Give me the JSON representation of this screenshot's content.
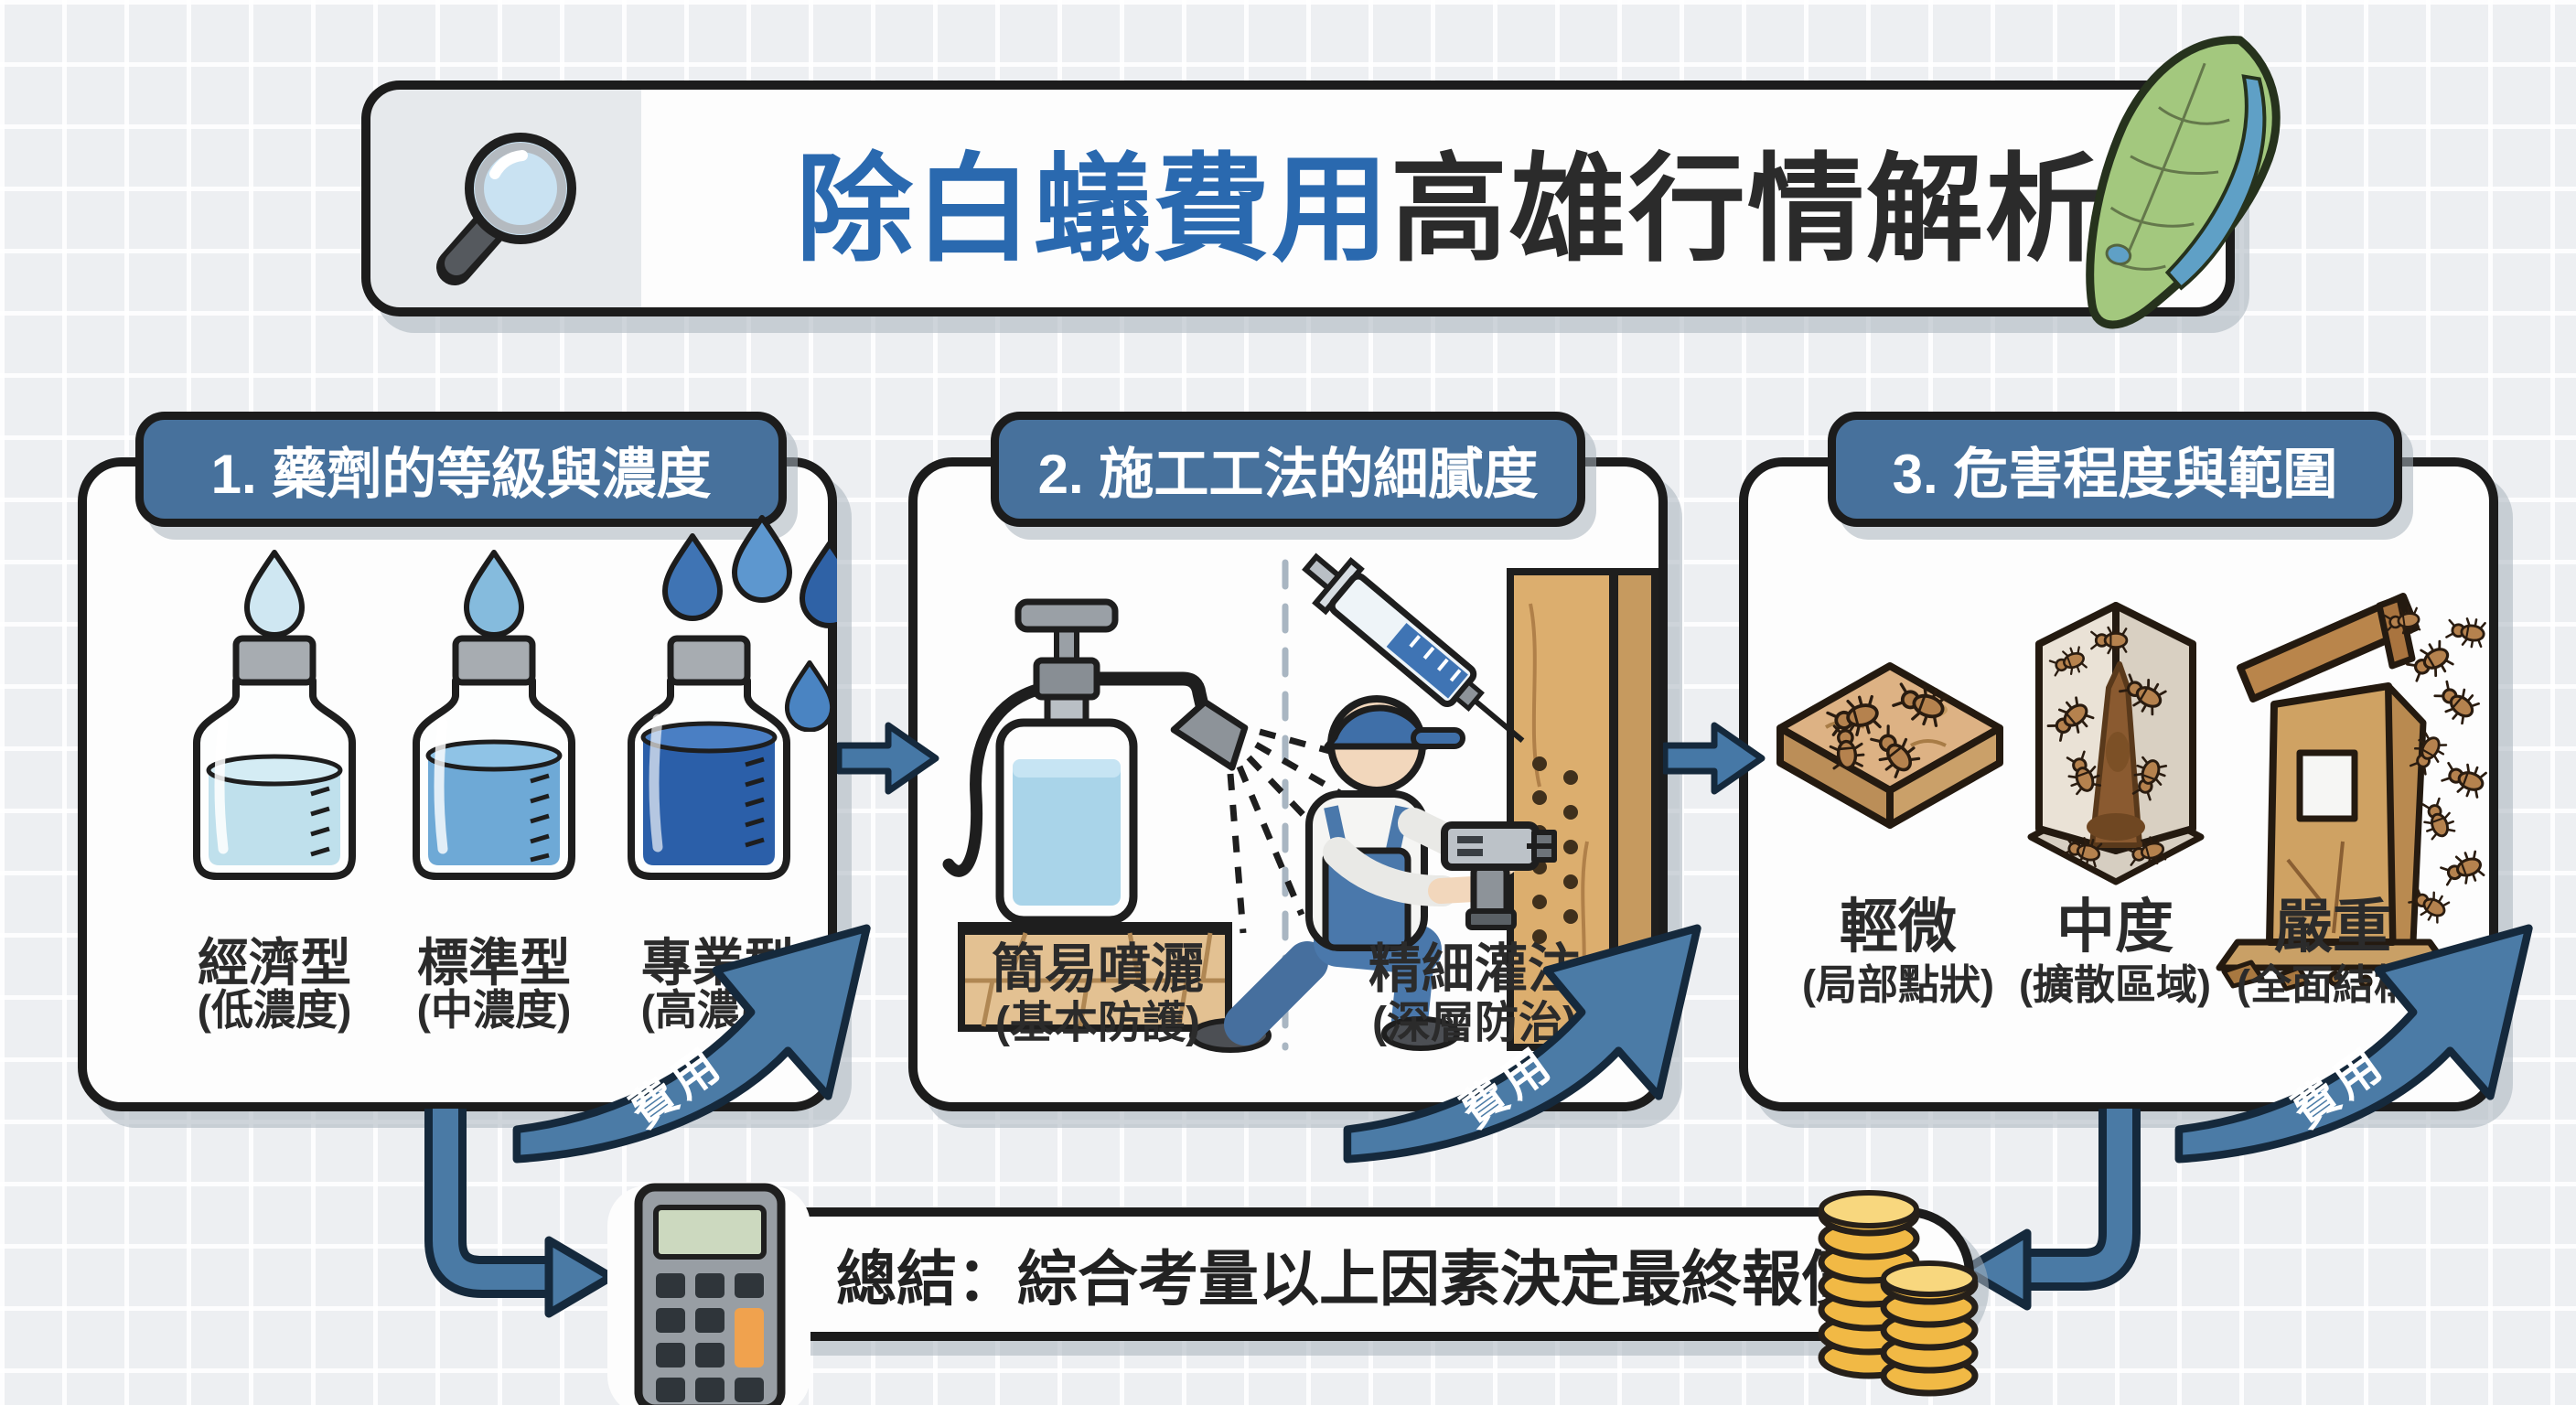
{
  "title": {
    "highlight": "除白蟻費用",
    "rest": "高雄行情解析"
  },
  "panels": [
    {
      "header": "1. 藥劑的等級與濃度",
      "cost_label": "費用",
      "items": [
        {
          "label": "經濟型",
          "sub": "(低濃度)"
        },
        {
          "label": "標準型",
          "sub": "(中濃度)"
        },
        {
          "label": "專業型",
          "sub": "(高濃度)"
        }
      ]
    },
    {
      "header": "2. 施工工法的細膩度",
      "cost_label": "費用",
      "items": [
        {
          "label": "簡易噴灑",
          "sub": "(基本防護)"
        },
        {
          "label": "精細灌注",
          "sub": "(深層防治)"
        }
      ]
    },
    {
      "header": "3. 危害程度與範圍",
      "cost_label": "費用",
      "items": [
        {
          "label": "輕微",
          "sub": "(局部點狀)"
        },
        {
          "label": "中度",
          "sub": "(擴散區域)"
        },
        {
          "label": "嚴重",
          "sub": "(全面結構)"
        }
      ]
    }
  ],
  "summary": {
    "text": "總結：綜合考量以上因素決定最終報價"
  },
  "colors": {
    "accent_blue": "#47719C",
    "title_blue": "#2A69AF",
    "text_dark": "#2B2B2B",
    "arrow_blue": "#4B7BA6",
    "outline_dark": "#1C1C1C",
    "coin_gold": "#F2BB4A",
    "wood_tan": "#D9B183",
    "background": "#EDEFF2"
  }
}
